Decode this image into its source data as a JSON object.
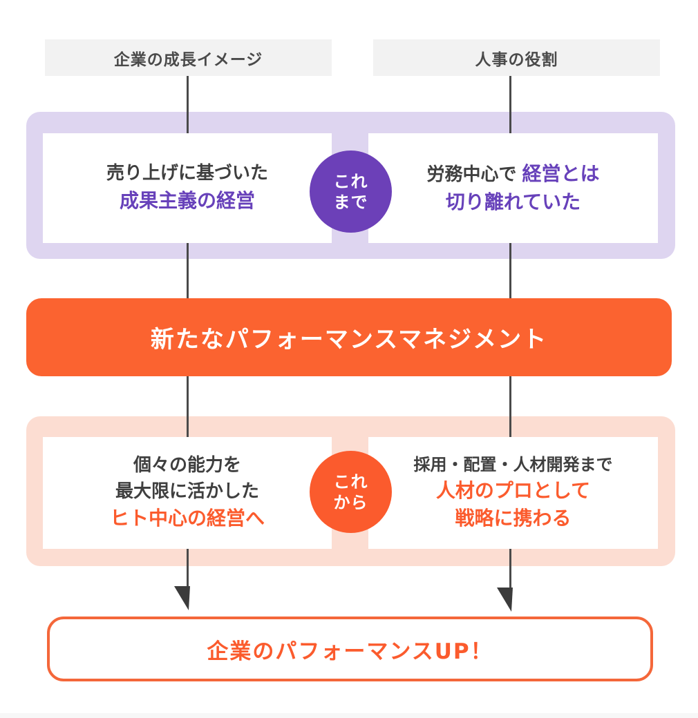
{
  "colors": {
    "header_bg": "#f2f2f2",
    "dark_text": "#3f3f3f",
    "lavender_band": "#ded5f0",
    "purple_badge": "#6c40b8",
    "purple_text": "#6741ba",
    "orange_banner": "#fb6330",
    "pink_band": "#fcddd2",
    "orange_text": "#fb5b2d",
    "result_border": "#f4673a",
    "connector_line": "#4a4a4a"
  },
  "headers": {
    "left": "企業の成長イメージ",
    "right": "人事の役割"
  },
  "past": {
    "badge_line1": "これ",
    "badge_line2": "まで",
    "left_box": {
      "line1": "売り上げに基づいた",
      "line2": "成果主義の経営"
    },
    "right_box": {
      "line1_plain": "労務中心で",
      "line1_accent": "経営とは",
      "line2": "切り離れていた"
    }
  },
  "banner": {
    "label": "新たなパフォーマンスマネジメント"
  },
  "future": {
    "badge_line1": "これ",
    "badge_line2": "から",
    "left_box": {
      "line1": "個々の能力を",
      "line2": "最大限に活かした",
      "line3": "ヒト中心の経営へ"
    },
    "right_box": {
      "line1": "採用・配置・人材開発まで",
      "line2": "人材のプロとして",
      "line3": "戦略に携わる"
    }
  },
  "result": {
    "label": "企業のパフォーマンスUP！"
  }
}
